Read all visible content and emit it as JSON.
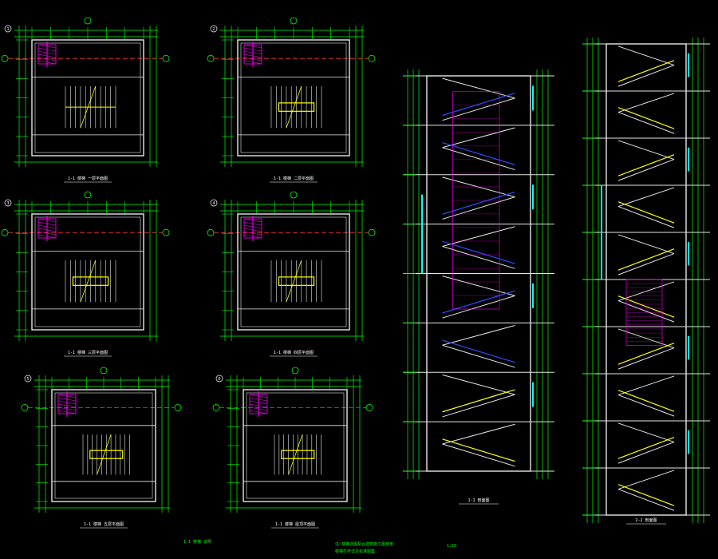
{
  "colors": {
    "background": "#000000",
    "wall": "#e6e6e6",
    "dimension": "#00ff00",
    "axis": "#ff3333",
    "stair": "#ffff00",
    "hatch": "#ff00ff",
    "window": "#00ffff",
    "handrail": "#2a4dff",
    "title": "#ffffff"
  },
  "plans": [
    {
      "label": "1",
      "title": "1-1 楼梯 一层平面图",
      "variant": "ground"
    },
    {
      "label": "2",
      "title": "1-1 楼梯 二层平面图",
      "variant": "typical"
    },
    {
      "label": "3",
      "title": "1-1 楼梯 三层平面图",
      "variant": "typical"
    },
    {
      "label": "4",
      "title": "1-1 楼梯 四层平面图",
      "variant": "typical"
    },
    {
      "label": "5",
      "title": "1-1 楼梯 五层平面图",
      "variant": "typical"
    },
    {
      "label": "6",
      "title": "1-1 楼梯 屋顶平面图",
      "variant": "typical"
    }
  ],
  "sections": [
    {
      "title": "1-1 剖面图"
    },
    {
      "title": "2-2 剖面图"
    }
  ],
  "footer_notes": [
    "1-1 楼梯 说明",
    "注:楼梯详图配合建筑施工图使用",
    "楼梯栏杆详见标准图集",
    "1:50"
  ]
}
